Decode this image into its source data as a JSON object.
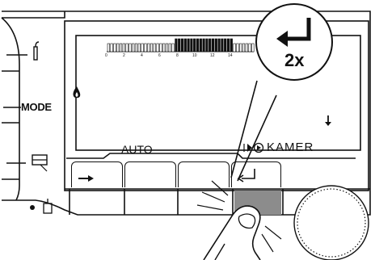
{
  "panel": {
    "side_buttons": [
      {
        "id": "domestic-hot-water",
        "icon": "tap-icon"
      },
      {
        "id": "mode",
        "label": "MODE"
      },
      {
        "id": "shower",
        "icon": "shower-icon"
      },
      {
        "id": "chimney-sweep",
        "icon": "chimney-sweep-icon"
      }
    ],
    "display": {
      "mode_text": "AUTO",
      "room_text": "KAMER",
      "time_axis_ticks": [
        "0",
        "2",
        "4",
        "6",
        "8",
        "10",
        "12",
        "14"
      ],
      "flame_icon": "flame-icon",
      "arrow_icon": "arrow-down-icon",
      "softkeys": [
        {
          "id": "softkey-1",
          "icon": "arrow-right-icon"
        },
        {
          "id": "softkey-2",
          "icon": ""
        },
        {
          "id": "softkey-3",
          "icon": ""
        },
        {
          "id": "softkey-4",
          "icon": "return-icon"
        }
      ]
    },
    "callout": {
      "icon": "return-icon",
      "count": "2x"
    }
  }
}
